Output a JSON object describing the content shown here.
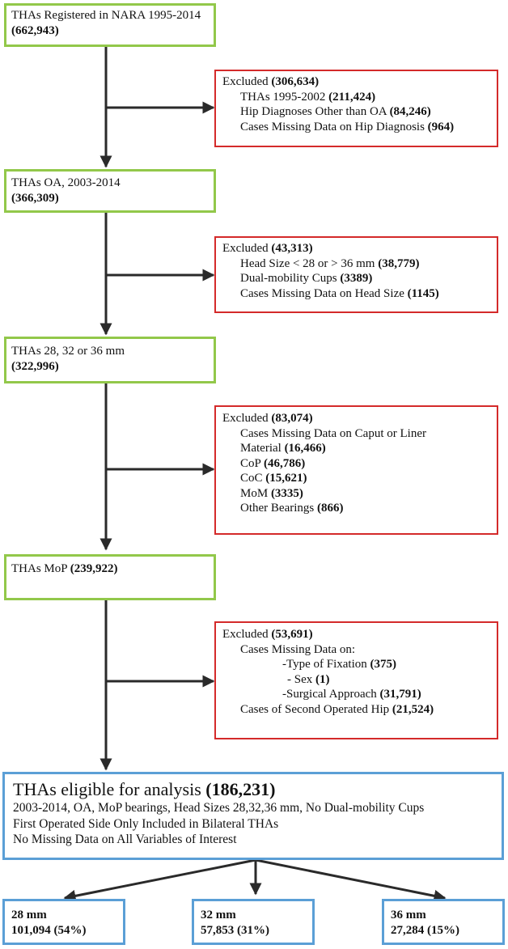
{
  "stage1": {
    "title": "THAs Registered in NARA 1995-2014",
    "count": "(662,943)"
  },
  "excl1": {
    "label": "Excluded",
    "count": "(306,634)",
    "items": [
      {
        "text": "THAs 1995-2002",
        "count": "(211,424)"
      },
      {
        "text": "Hip Diagnoses Other than OA",
        "count": "(84,246)"
      },
      {
        "text": "Cases Missing Data on Hip Diagnosis",
        "count": "(964)"
      }
    ]
  },
  "stage2": {
    "title": "THAs OA, 2003-2014",
    "count": "(366,309)"
  },
  "excl2": {
    "label": "Excluded",
    "count": "(43,313)",
    "items": [
      {
        "text": "Head Size < 28 or > 36 mm",
        "count": "(38,779)"
      },
      {
        "text": "Dual-mobility Cups",
        "count": "(3389)"
      },
      {
        "text": "Cases Missing Data on Head Size",
        "count": "(1145)"
      }
    ]
  },
  "stage3": {
    "title": "THAs 28, 32 or 36 mm",
    "count": "(322,996)"
  },
  "excl3": {
    "label": "Excluded",
    "count": "(83,074)",
    "items": [
      {
        "text": "Cases Missing Data on Caput or Liner",
        "count": ""
      },
      {
        "text": "Material",
        "count": "(16,466)"
      },
      {
        "text": "CoP",
        "count": "(46,786)"
      },
      {
        "text": "CoC",
        "count": "(15,621)"
      },
      {
        "text": "MoM",
        "count": "(3335)"
      },
      {
        "text": "Other Bearings",
        "count": "(866)"
      }
    ]
  },
  "stage4": {
    "title": "THAs MoP",
    "count": "(239,922)"
  },
  "excl4": {
    "label": "Excluded",
    "count": "(53,691)",
    "heading": "Cases Missing Data on:",
    "subitems": [
      {
        "text": "-Type of Fixation",
        "count": "(375)"
      },
      {
        "text": "- Sex",
        "count": "(1)"
      },
      {
        "text": "-Surgical Approach",
        "count": "(31,791)"
      }
    ],
    "last": {
      "text": "Cases of Second Operated Hip",
      "count": "(21,524)"
    }
  },
  "eligible": {
    "title": "THAs eligible for analysis",
    "count": "(186,231)",
    "lines": [
      "2003-2014, OA, MoP bearings, Head Sizes 28,32,36 mm, No Dual-mobility Cups",
      "First Operated Side Only Included in Bilateral THAs",
      "No Missing Data on All Variables of Interest"
    ]
  },
  "groups": [
    {
      "size": "28 mm",
      "value": "101,094 (54%)"
    },
    {
      "size": "32 mm",
      "value": "57,853 (31%)"
    },
    {
      "size": "36 mm",
      "value": "27,284 (15%)"
    }
  ],
  "colors": {
    "include": "#92c84a",
    "exclude": "#d42a2a",
    "result": "#5b9fd6",
    "arrow": "#2a2a2a"
  }
}
